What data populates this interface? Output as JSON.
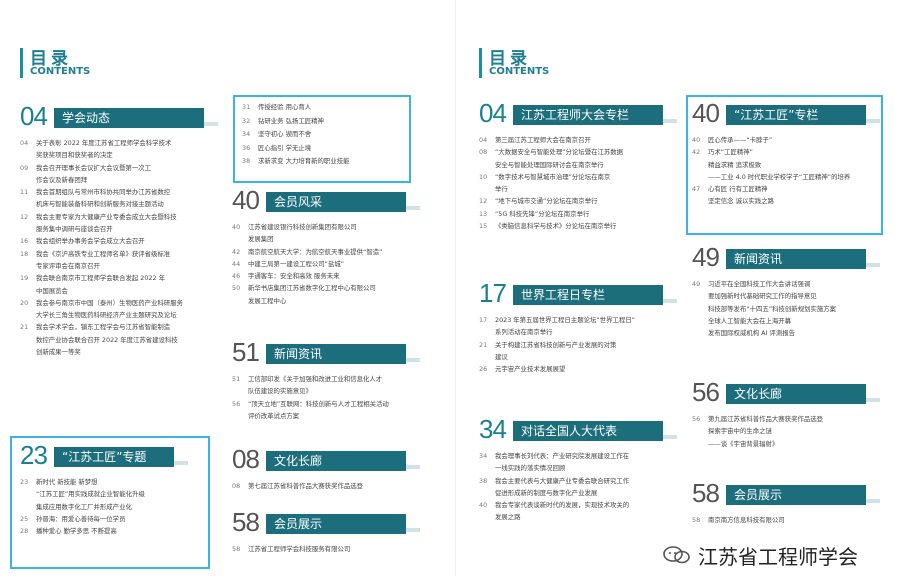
{
  "header": {
    "left": {
      "title_cn": "目录",
      "title_en": "CONTENTS"
    },
    "right": {
      "title_cn": "目录",
      "title_en": "CONTENTS"
    }
  },
  "left_page": {
    "sections": [
      {
        "id": "04",
        "title": "学会动态",
        "items": [
          {
            "page": "04",
            "text": "关于表彰 2022 年度江苏省工程师学会科学技术"
          },
          {
            "page": "",
            "text": "奖获奖项目和获奖者的决定"
          },
          {
            "page": "09",
            "text": "我会召开理事长会议扩大会议暨第一次工"
          },
          {
            "page": "",
            "text": "作会议及新春团拜"
          },
          {
            "page": "11",
            "text": "我会首期组队与常州市科协共同举办江苏省数控"
          },
          {
            "page": "",
            "text": "机床与智能装备科研和创新服务对接主题活动"
          },
          {
            "page": "12",
            "text": "我会主要专家为大健康产业专委会成立大会暨科技"
          },
          {
            "page": "",
            "text": "服务集中调研与座谈会召开"
          },
          {
            "page": "16",
            "text": "我会组织举办事务会学会成立大会召开"
          },
          {
            "page": "18",
            "text": "我会《京沪高铁专业工程师名单》获评省级标准"
          },
          {
            "page": "",
            "text": "专家评审会在南京召开"
          },
          {
            "page": "19",
            "text": "我会联合南京市工程师学会联合发起 2022 年"
          },
          {
            "page": "",
            "text": "中国展览会"
          },
          {
            "page": "20",
            "text": "我会参与南京市中国（泰州）生物医药产业科研服务"
          },
          {
            "page": "",
            "text": "大学长三角生物医药科研经济产业主题研究及论坛"
          },
          {
            "page": "21",
            "text": "我会学术学会，镇东工程学会与江苏省智能制造"
          },
          {
            "page": "",
            "text": "数控产业协会联合召开 2022 年度江苏省建设科技"
          },
          {
            "page": "",
            "text": "创新成果一等奖"
          }
        ]
      },
      {
        "id": "23",
        "title": "“江苏工匠”专题",
        "items": [
          {
            "page": "23",
            "text": "新时代 新技能 新梦想"
          },
          {
            "page": "",
            "text": "“江苏工匠”用实践成就企业智能化升级"
          },
          {
            "page": "",
            "text": "集成应用数字化工厂并形成产业化"
          },
          {
            "page": "25",
            "text": "孙晋海：用爱心善待每一位学员"
          },
          {
            "page": "28",
            "text": "播种爱心 勤学多思 不断提高"
          }
        ]
      }
    ],
    "col2_boxed_items": [
      {
        "page": "31",
        "text": "传授经验 用心育人"
      },
      {
        "page": "32",
        "text": "钻研业务 弘扬工匠精神"
      },
      {
        "page": "34",
        "text": "坚守初心 锲而不舍"
      },
      {
        "page": "36",
        "text": "匠心指引 学无止境"
      },
      {
        "page": "38",
        "text": "求新求变 大力培育新的职业技能"
      }
    ],
    "col2_sections": [
      {
        "id": "40",
        "title": "会员风采",
        "items": [
          {
            "page": "40",
            "text": "江苏省建设银行科技创新集团有限公司"
          },
          {
            "page": "",
            "text": "发展集团"
          },
          {
            "page": "42",
            "text": "南京航空航天大学：为航空航天事业提供“智造”"
          },
          {
            "page": "44",
            "text": "中建三局第一建设工程公司“盐城”"
          },
          {
            "page": "46",
            "text": "宇通客车：安全和高效 服务未来"
          },
          {
            "page": "50",
            "text": "新华书店集团江苏省数字化工程中心有限公司"
          },
          {
            "page": "",
            "text": "发展工程中心"
          }
        ]
      },
      {
        "id": "51",
        "title": "新闻资讯",
        "items": [
          {
            "page": "51",
            "text": "工信部印发《关于加强和改进工业和信息化人才"
          },
          {
            "page": "",
            "text": "队伍建设的实施意见》"
          },
          {
            "page": "56",
            "text": "“顶天立地”互联网：科技创新与人才工程相关活动"
          },
          {
            "page": "",
            "text": "评价改革试点方案"
          }
        ]
      },
      {
        "id": "08",
        "title": "文化长廊",
        "items": [
          {
            "page": "08",
            "text": "第七届江苏省科普作品大赛获奖作品选登"
          }
        ]
      },
      {
        "id": "58",
        "title": "会员展示",
        "items": [
          {
            "page": "58",
            "text": "江苏省工程师学会科技服务有限公司"
          }
        ]
      }
    ]
  },
  "right_page": {
    "col1_sections": [
      {
        "id": "04",
        "title": "江苏工程师大会专栏",
        "items": [
          {
            "page": "04",
            "text": "第三届江苏工程师大会在南京召开"
          },
          {
            "page": "08",
            "text": "“大数据安全与智能处理”分论坛暨在江苏数据"
          },
          {
            "page": "",
            "text": "安全与智能处理国际研讨会在南京举行"
          },
          {
            "page": "10",
            "text": "“数字技术与智慧城市治理”分论坛在南京"
          },
          {
            "page": "",
            "text": "举行"
          },
          {
            "page": "12",
            "text": "“地下与城市交通”分论坛在南京举行"
          },
          {
            "page": "13",
            "text": "“5G 科技先锋”分论坛在南京举行"
          },
          {
            "page": "15",
            "text": "《类脑信息科学与技术》分论坛在南京举行"
          }
        ]
      },
      {
        "id": "17",
        "title": "世界工程日专栏",
        "items": [
          {
            "page": "17",
            "text": "2023 年第五届世界工程日主题论坛“世界工程日”"
          },
          {
            "page": "",
            "text": "系列活动在南京举行"
          },
          {
            "page": "21",
            "text": "关于构建江苏省科技创新与产业发展的对策"
          },
          {
            "page": "",
            "text": "建议"
          },
          {
            "page": "26",
            "text": "元宇宙产业技术发展展望"
          }
        ]
      },
      {
        "id": "34",
        "title": "对话全国人大代表",
        "items": [
          {
            "page": "34",
            "text": "我会理事长刘代表：产业研究院发展建设工作在"
          },
          {
            "page": "",
            "text": "一线实践的落实情况回顾"
          },
          {
            "page": "38",
            "text": "我会主要代表与大健康产业专委会联合研究工作"
          },
          {
            "page": "",
            "text": "促进形成新的制度与数字化产业发展"
          },
          {
            "page": "40",
            "text": "我会专家代表谈新时代的发展，实现技术攻关的"
          },
          {
            "page": "",
            "text": "发展之路"
          }
        ]
      }
    ],
    "col2_sections": [
      {
        "id": "40",
        "title": "“江苏工匠”专栏",
        "boxed": true,
        "items": [
          {
            "page": "40",
            "text": "匠心传承——“卡脖子”"
          },
          {
            "page": "42",
            "text": "巧术“工匠精神”"
          },
          {
            "page": "",
            "text": "精益求精 追求极致"
          },
          {
            "page": "",
            "text": "——工业 4.0 时代职业学校学子“工匠精神”的培养"
          },
          {
            "page": "47",
            "text": "心有匠 行有工匠精神"
          },
          {
            "page": "",
            "text": "坚定信念 诚以实践之路"
          }
        ]
      },
      {
        "id": "49",
        "title": "新闻资讯",
        "items": [
          {
            "page": "49",
            "text": "习近平在全国科技工作大会讲话强调"
          },
          {
            "page": "",
            "text": "要加强新时代基础研究工作的指导意见"
          },
          {
            "page": "",
            "text": "科技部等发布“十四五”科技创新规划实施方案"
          },
          {
            "page": "",
            "text": "全球人工智能大会在上海开幕"
          },
          {
            "page": "",
            "text": "发布国际权威机构 AI 评测报告"
          }
        ]
      },
      {
        "id": "56",
        "title": "文化长廊",
        "items": [
          {
            "page": "56",
            "text": "第九届江苏省科普作品大赛获奖作品选登"
          },
          {
            "page": "",
            "text": "探索宇宙中的生命之谜"
          },
          {
            "page": "",
            "text": "——谈《宇宙背景辐射》"
          }
        ]
      },
      {
        "id": "58",
        "title": "会员展示",
        "items": [
          {
            "page": "58",
            "text": "南京南方信息科技有限公司"
          }
        ]
      }
    ]
  },
  "watermark": {
    "text": "江苏省工程师学会"
  },
  "colors": {
    "accent": "#1d6e7d",
    "number": "#1a7f93",
    "highlight_box": "#3ab3e6"
  }
}
